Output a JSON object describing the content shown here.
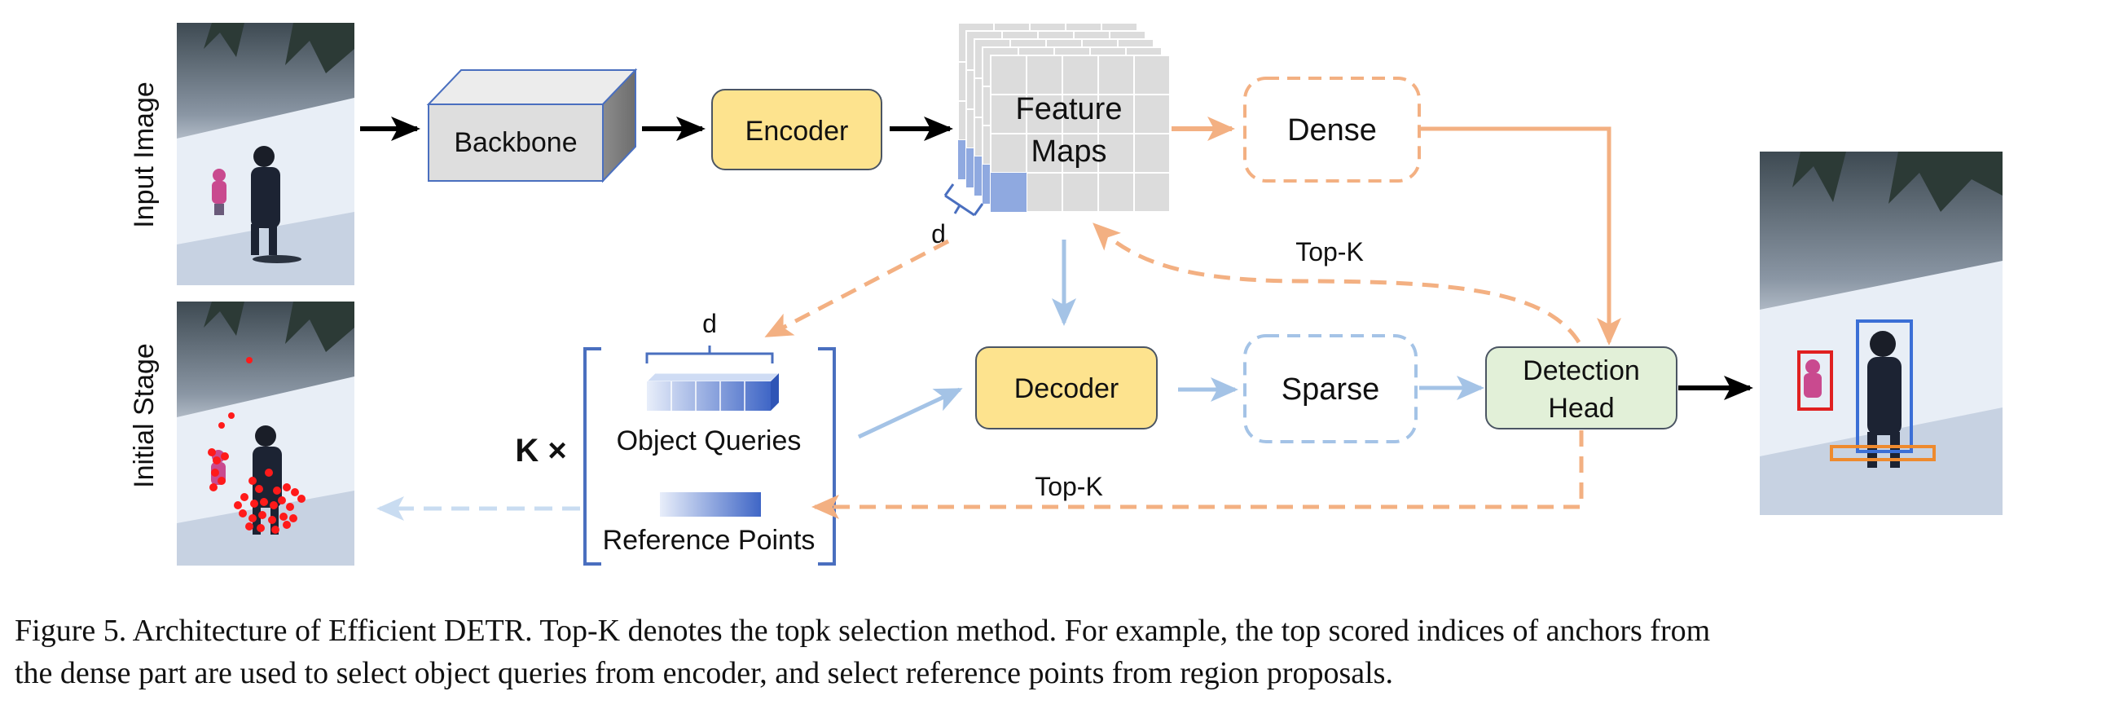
{
  "labels": {
    "input_image": "Input Image",
    "initial_stage": "Initial Stage",
    "backbone": "Backbone",
    "encoder": "Encoder",
    "feature_maps_line1": "Feature",
    "feature_maps_line2": "Maps",
    "dense": "Dense",
    "top_k_upper": "Top-K",
    "top_k_lower": "Top-K",
    "d_feature": "d",
    "d_query": "d",
    "k_times": "K ×",
    "object_queries": "Object Queries",
    "reference_points": "Reference Points",
    "decoder": "Decoder",
    "sparse": "Sparse",
    "detection_head_line1": "Detection",
    "detection_head_line2": "Head"
  },
  "caption": {
    "line1": "Figure 5. Architecture of Efficient DETR. Top-K denotes the topk selection method. For example, the top scored indices of anchors from",
    "line2": "the dense part are used to select object queries from encoder, and select reference points from region proposals."
  },
  "colors": {
    "orange": "#f3b082",
    "blue_arrow": "#a4c3e6",
    "blue_box": "#4a6fbf",
    "yellow_fill": "#fde38e",
    "green_fill": "#e2f0d8",
    "gray_fill": "#dcdcdc",
    "red_box": "#e02020",
    "blue_det": "#3b6fd6",
    "orange_det": "#ee8a2e"
  }
}
